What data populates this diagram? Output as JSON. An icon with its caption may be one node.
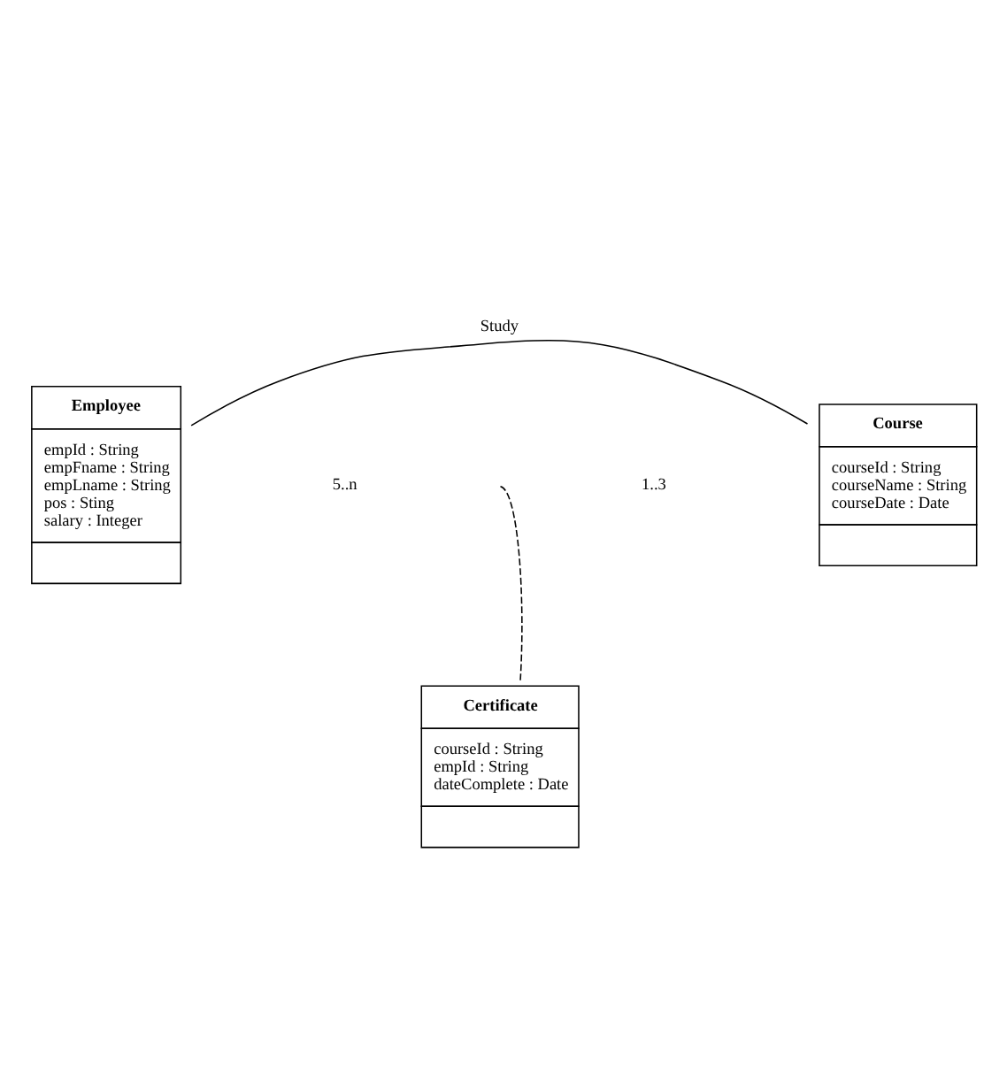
{
  "diagram": {
    "nodes": [
      {
        "text": [
          "Employee",
          "empId : String",
          "empFname : String",
          "empLname : String",
          "pos : Sting",
          "salary : Integer"
        ]
      },
      {
        "text": [
          "Course",
          "courseId : String",
          "courseName : String",
          "courseDate : Date"
        ]
      },
      {
        "text": [
          "Certificate",
          "courseId : String",
          "empId : String",
          "dateComplete : Date"
        ]
      }
    ],
    "edges": [
      {
        "from": 0,
        "to": 1,
        "arrow": "none",
        "label": "Study"
      },
      {
        "from": 2,
        "to": null,
        "arrow": "none",
        "style": "dashed"
      }
    ],
    "labels": [
      "5..n",
      "1..3"
    ]
  }
}
